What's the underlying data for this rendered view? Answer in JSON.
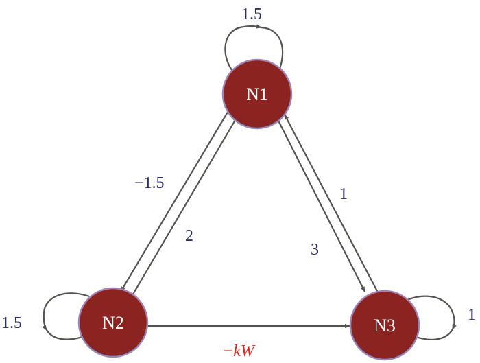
{
  "colors": {
    "node_fill": "#8b2420",
    "node_stroke": "#9a86b8",
    "edge": "#55524f",
    "label": "#2e2e6e",
    "special_label": "#e0231f"
  },
  "nodes": [
    {
      "id": "n1",
      "label": "N1"
    },
    {
      "id": "n2",
      "label": "N2"
    },
    {
      "id": "n3",
      "label": "N3"
    }
  ],
  "edges": [
    {
      "id": "n1-self",
      "from": "N1",
      "to": "N1",
      "weight": "1.5"
    },
    {
      "id": "n2-self",
      "from": "N2",
      "to": "N2",
      "weight": "1.5"
    },
    {
      "id": "n3-self",
      "from": "N3",
      "to": "N3",
      "weight": "1"
    },
    {
      "id": "n1-to-n2",
      "from": "N1",
      "to": "N2",
      "weight": "−1.5"
    },
    {
      "id": "n2-to-n1",
      "from": "N2",
      "to": "N1",
      "weight": "2"
    },
    {
      "id": "n1-to-n3",
      "from": "N1",
      "to": "N3",
      "weight": "3"
    },
    {
      "id": "n3-to-n1",
      "from": "N3",
      "to": "N1",
      "weight": "1"
    },
    {
      "id": "n2-to-n3",
      "from": "N2",
      "to": "N3",
      "weight": "−kW"
    }
  ]
}
